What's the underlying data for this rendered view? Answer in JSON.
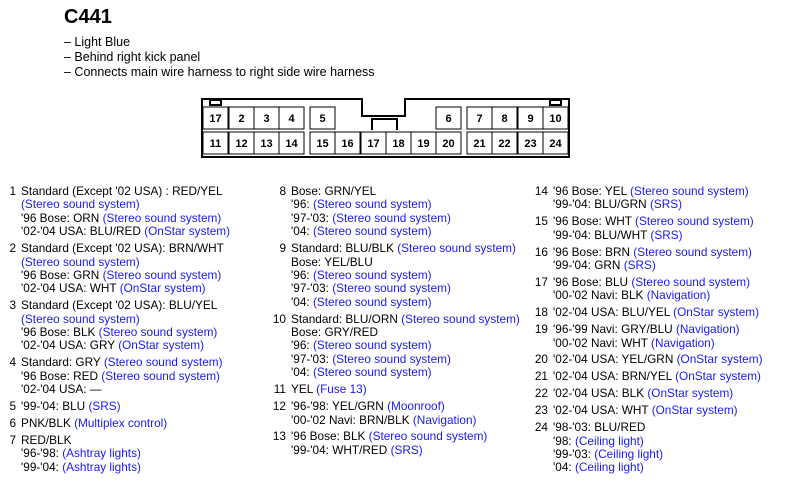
{
  "connector_id": "C441",
  "notes": [
    "– Light Blue",
    "– Behind right kick panel",
    "– Connects main wire harness to right side wire harness"
  ],
  "connector": {
    "top_row": [
      "17",
      "2",
      "3",
      "4",
      "5",
      "6",
      "7",
      "8",
      "9",
      "10"
    ],
    "bottom_row": [
      "11",
      "12",
      "13",
      "14",
      "15",
      "16",
      "17",
      "18",
      "19",
      "20",
      "21",
      "22",
      "23",
      "24"
    ]
  },
  "pins": [
    {
      "num": "1",
      "lines": [
        [
          {
            "t": "Standard (Except '02 USA) : RED/YEL"
          }
        ],
        [
          {
            "t": "(Stereo sound system)",
            "link": true
          }
        ],
        [
          {
            "t": "'96 Bose: ORN "
          },
          {
            "t": "(Stereo sound system)",
            "link": true
          }
        ],
        [
          {
            "t": "'02-'04 USA: BLU/RED "
          },
          {
            "t": "(OnStar system)",
            "link": true
          }
        ]
      ]
    },
    {
      "num": "2",
      "lines": [
        [
          {
            "t": "Standard (Except '02 USA): BRN/WHT"
          }
        ],
        [
          {
            "t": "(Stereo sound system)",
            "link": true
          }
        ],
        [
          {
            "t": "'96 Bose: GRN "
          },
          {
            "t": "(Stereo sound system)",
            "link": true
          }
        ],
        [
          {
            "t": "'02-'04 USA: WHT "
          },
          {
            "t": "(OnStar system)",
            "link": true
          }
        ]
      ]
    },
    {
      "num": "3",
      "lines": [
        [
          {
            "t": "Standard (Except '02 USA): BLU/YEL"
          }
        ],
        [
          {
            "t": "(Stereo sound system)",
            "link": true
          }
        ],
        [
          {
            "t": "'96 Bose: BLK "
          },
          {
            "t": "(Stereo sound system)",
            "link": true
          }
        ],
        [
          {
            "t": "'02-'04 USA: GRY "
          },
          {
            "t": "(OnStar system)",
            "link": true
          }
        ]
      ]
    },
    {
      "num": "4",
      "lines": [
        [
          {
            "t": "Standard: GRY "
          },
          {
            "t": "(Stereo sound system)",
            "link": true
          }
        ],
        [
          {
            "t": "'96 Bose: RED "
          },
          {
            "t": "(Stereo sound system)",
            "link": true
          }
        ],
        [
          {
            "t": "'02-'04 USA: —"
          }
        ]
      ]
    },
    {
      "num": "5",
      "lines": [
        [
          {
            "t": "'99-'04: BLU "
          },
          {
            "t": "(SRS)",
            "link": true
          }
        ]
      ]
    },
    {
      "num": "6",
      "lines": [
        [
          {
            "t": "PNK/BLK "
          },
          {
            "t": "(Multiplex control)",
            "link": true
          }
        ]
      ]
    },
    {
      "num": "7",
      "lines": [
        [
          {
            "t": "RED/BLK"
          }
        ],
        [
          {
            "t": "'96-'98: "
          },
          {
            "t": "(Ashtray lights)",
            "link": true
          }
        ],
        [
          {
            "t": "'99-'04: "
          },
          {
            "t": "(Ashtray lights)",
            "link": true
          }
        ]
      ]
    },
    {
      "num": "8",
      "lines": [
        [
          {
            "t": "Bose: GRN/YEL"
          }
        ],
        [
          {
            "t": "'96: "
          },
          {
            "t": "(Stereo sound system)",
            "link": true
          }
        ],
        [
          {
            "t": "'97-'03: "
          },
          {
            "t": "(Stereo sound system)",
            "link": true
          }
        ],
        [
          {
            "t": "'04: "
          },
          {
            "t": "(Stereo sound system)",
            "link": true
          }
        ]
      ]
    },
    {
      "num": "9",
      "lines": [
        [
          {
            "t": "Standard: BLU/BLK "
          },
          {
            "t": "(Stereo sound system)",
            "link": true
          }
        ],
        [
          {
            "t": "Bose: YEL/BLU"
          }
        ],
        [
          {
            "t": "'96: "
          },
          {
            "t": "(Stereo sound system)",
            "link": true
          }
        ],
        [
          {
            "t": "'97-'03: "
          },
          {
            "t": "(Stereo sound system)",
            "link": true
          }
        ],
        [
          {
            "t": "'04: "
          },
          {
            "t": "(Stereo sound system)",
            "link": true
          }
        ]
      ]
    },
    {
      "num": "10",
      "lines": [
        [
          {
            "t": "Standard: BLU/ORN "
          },
          {
            "t": "(Stereo sound system)",
            "link": true
          }
        ],
        [
          {
            "t": "Bose: GRY/RED"
          }
        ],
        [
          {
            "t": "'96: "
          },
          {
            "t": "(Stereo sound system)",
            "link": true
          }
        ],
        [
          {
            "t": "'97-'03: "
          },
          {
            "t": "(Stereo sound system)",
            "link": true
          }
        ],
        [
          {
            "t": "'04: "
          },
          {
            "t": "(Stereo sound system)",
            "link": true
          }
        ]
      ]
    },
    {
      "num": "11",
      "lines": [
        [
          {
            "t": "YEL "
          },
          {
            "t": "(Fuse 13)",
            "link": true
          }
        ]
      ]
    },
    {
      "num": "12",
      "lines": [
        [
          {
            "t": "'96-'98: YEL/GRN "
          },
          {
            "t": "(Moonroof)",
            "link": true
          }
        ],
        [
          {
            "t": "'00-'02 Navi: BRN/BLK "
          },
          {
            "t": "(Navigation)",
            "link": true
          }
        ]
      ]
    },
    {
      "num": "13",
      "lines": [
        [
          {
            "t": "'96 Bose: BLK "
          },
          {
            "t": "(Stereo sound system)",
            "link": true
          }
        ],
        [
          {
            "t": "'99-'04: WHT/RED "
          },
          {
            "t": "(SRS)",
            "link": true
          }
        ]
      ]
    },
    {
      "num": "14",
      "lines": [
        [
          {
            "t": "'96 Bose: YEL "
          },
          {
            "t": "(Stereo sound system)",
            "link": true
          }
        ],
        [
          {
            "t": "'99-'04: BLU/GRN "
          },
          {
            "t": "(SRS)",
            "link": true
          }
        ]
      ]
    },
    {
      "num": "15",
      "lines": [
        [
          {
            "t": "'96 Bose: WHT "
          },
          {
            "t": "(Stereo sound system)",
            "link": true
          }
        ],
        [
          {
            "t": "'99-'04: BLU/WHT "
          },
          {
            "t": "(SRS)",
            "link": true
          }
        ]
      ]
    },
    {
      "num": "16",
      "lines": [
        [
          {
            "t": "'96 Bose: BRN "
          },
          {
            "t": "(Stereo sound system)",
            "link": true
          }
        ],
        [
          {
            "t": "'99-'04: GRN "
          },
          {
            "t": "(SRS)",
            "link": true
          }
        ]
      ]
    },
    {
      "num": "17",
      "lines": [
        [
          {
            "t": "'96 Bose: BLU "
          },
          {
            "t": "(Stereo sound system)",
            "link": true
          }
        ],
        [
          {
            "t": "'00-'02 Navi: BLK "
          },
          {
            "t": "(Navigation)",
            "link": true
          }
        ]
      ]
    },
    {
      "num": "18",
      "lines": [
        [
          {
            "t": "'02-'04 USA: BLU/YEL "
          },
          {
            "t": "(OnStar system)",
            "link": true
          }
        ]
      ]
    },
    {
      "num": "19",
      "lines": [
        [
          {
            "t": "'96-'99 Navi: GRY/BLU "
          },
          {
            "t": "(Navigation)",
            "link": true
          }
        ],
        [
          {
            "t": "'00-'02 Navi: WHT "
          },
          {
            "t": "(Navigation)",
            "link": true
          }
        ]
      ]
    },
    {
      "num": "20",
      "lines": [
        [
          {
            "t": "'02-'04 USA: YEL/GRN "
          },
          {
            "t": "(OnStar system)",
            "link": true
          }
        ]
      ]
    },
    {
      "num": "21",
      "lines": [
        [
          {
            "t": "'02-'04 USA: BRN/YEL "
          },
          {
            "t": "(OnStar system)",
            "link": true
          }
        ]
      ]
    },
    {
      "num": "22",
      "lines": [
        [
          {
            "t": "'02-'04 USA: BLK "
          },
          {
            "t": "(OnStar system)",
            "link": true
          }
        ]
      ]
    },
    {
      "num": "23",
      "lines": [
        [
          {
            "t": "'02-'04 USA: WHT "
          },
          {
            "t": "(OnStar system)",
            "link": true
          }
        ]
      ]
    },
    {
      "num": "24",
      "lines": [
        [
          {
            "t": "'98-'03: BLU/RED"
          }
        ],
        [
          {
            "t": "'98: "
          },
          {
            "t": "(Ceiling light)",
            "link": true
          }
        ],
        [
          {
            "t": "'99-'03: "
          },
          {
            "t": "(Ceiling light)",
            "link": true
          }
        ],
        [
          {
            "t": "'04: "
          },
          {
            "t": "(Ceiling light)",
            "link": true
          }
        ]
      ]
    }
  ],
  "colors": {
    "link": "#1a1aee",
    "text": "#000000",
    "background": "#ffffff"
  }
}
